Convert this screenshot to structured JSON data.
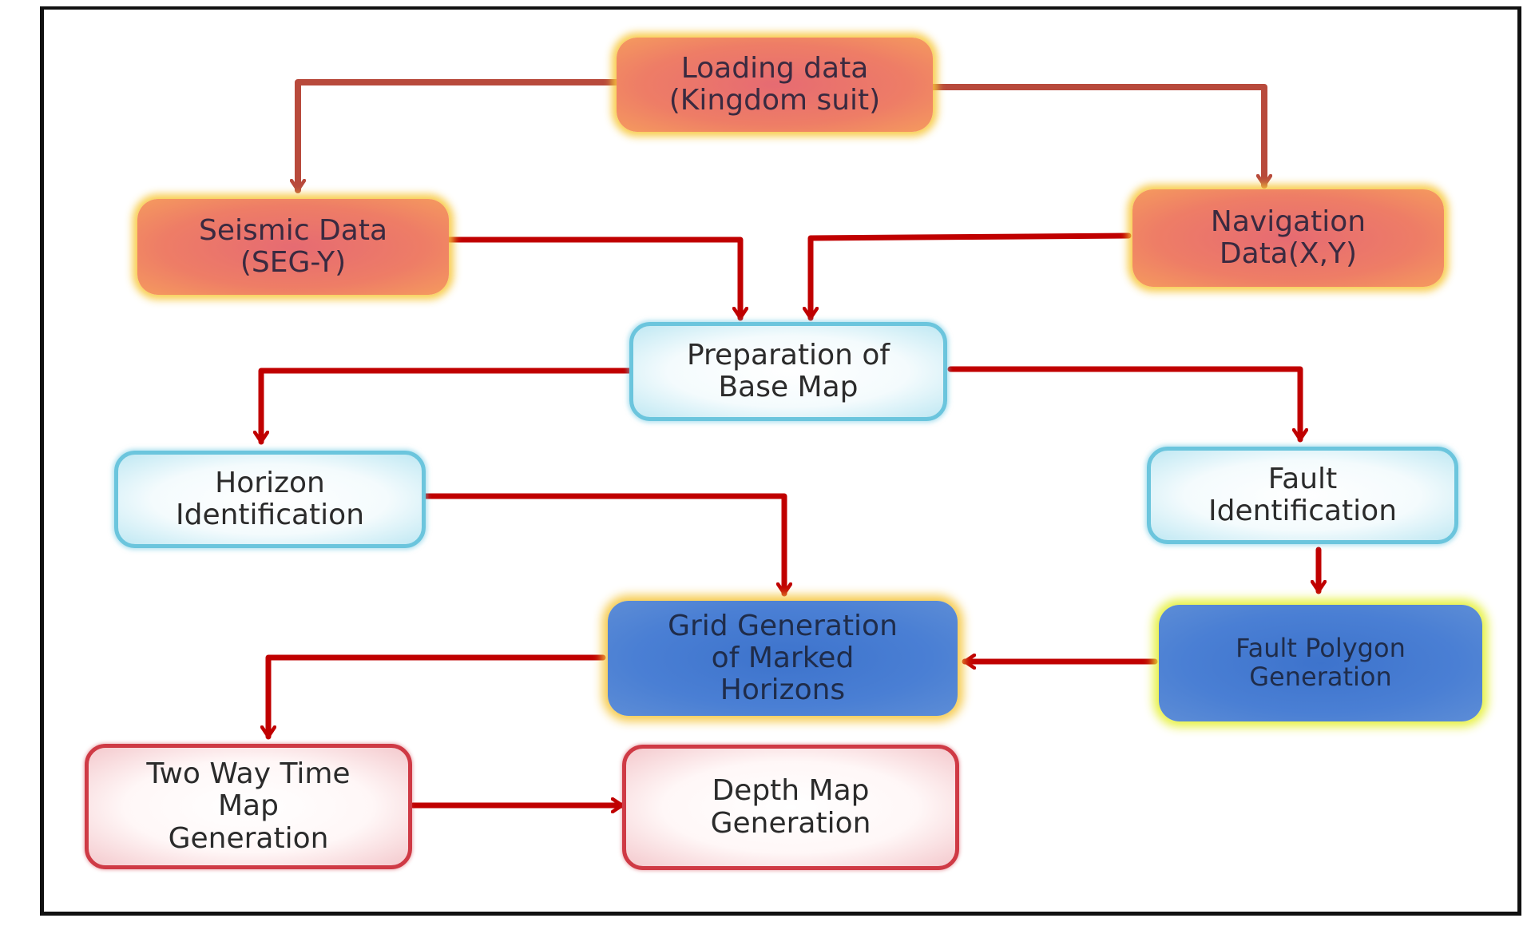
{
  "nodes": {
    "loading": "Loading data\n(Kingdom suit)",
    "seismic": "Seismic Data\n(SEG-Y)",
    "navigation": "Navigation\nData(X,Y)",
    "basemap": "Preparation of\nBase Map",
    "horizon": "Horizon\nIdentification",
    "fault": "Fault\nIdentification",
    "grid": "Grid Generation\nof Marked\nHorizons",
    "faultpoly": "Fault Polygon\nGeneration",
    "twt": "Two Way Time\nMap\nGeneration",
    "depth": "Depth Map\nGeneration"
  },
  "colors": {
    "arrow_dark_red": "#c00000",
    "arrow_brown": "#b84a3c",
    "orange_glow": "#f7c83c",
    "cyan_border": "#6bc5dd",
    "blue_fill": "#4a7fd4",
    "red_border": "#cf3a45"
  }
}
